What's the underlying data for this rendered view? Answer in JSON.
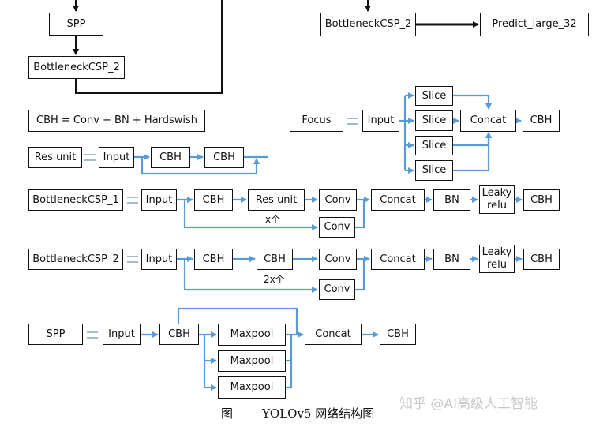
{
  "top": {
    "spp": "SPP",
    "bottleneck_left": "BottleneckCSP_2",
    "bottleneck_right": "BottleneckCSP_2",
    "predict": "Predict_large_32"
  },
  "cbh_def": "CBH = Conv + BN + Hardswish",
  "focus": {
    "name": "Focus",
    "input": "Input",
    "slices": [
      "Slice",
      "Slice",
      "Slice",
      "Slice"
    ],
    "concat": "Concat",
    "cbh": "CBH"
  },
  "res_unit": {
    "name": "Res unit",
    "input": "Input",
    "cbh1": "CBH",
    "cbh2": "CBH"
  },
  "csp1": {
    "name": "BottleneckCSP_1",
    "input": "Input",
    "cbh": "CBH",
    "res": "Res unit",
    "repeat": "x个",
    "conv_top": "Conv",
    "conv_bottom": "Conv",
    "concat": "Concat",
    "bn": "BN",
    "leaky": [
      "Leaky",
      "relu"
    ],
    "cbh_out": "CBH"
  },
  "csp2": {
    "name": "BottleneckCSP_2",
    "input": "Input",
    "cbh": "CBH",
    "inner_cbh": "CBH",
    "repeat": "2x个",
    "conv_top": "Conv",
    "conv_bottom": "Conv",
    "concat": "Concat",
    "bn": "BN",
    "leaky": [
      "Leaky",
      "relu"
    ],
    "cbh_out": "CBH"
  },
  "spp": {
    "name": "SPP",
    "input": "Input",
    "cbh": "CBH",
    "maxpool": [
      "Maxpool",
      "Maxpool",
      "Maxpool"
    ],
    "concat": "Concat",
    "cbh_out": "CBH"
  },
  "caption": {
    "prefix": "图",
    "title": "YOLOv5 网络结构图"
  },
  "watermark": "知乎 @AI高级人工智能",
  "colors": {
    "arrow_blue": "#5b9bd5",
    "equals": "#a6b9cf",
    "box_border": "#111111"
  }
}
